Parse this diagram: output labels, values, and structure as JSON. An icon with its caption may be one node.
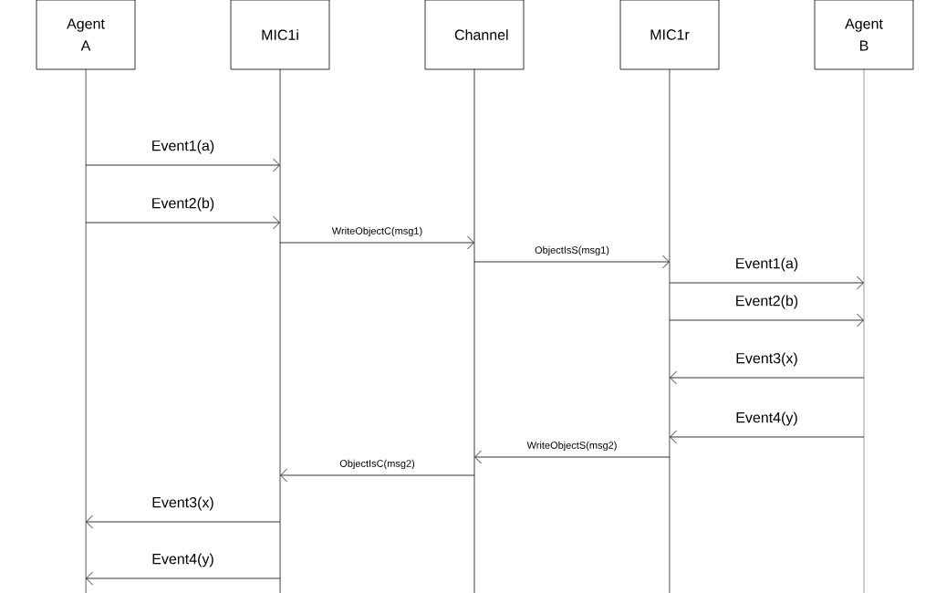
{
  "diagram": {
    "nodes": [
      {
        "text": [
          "Agent A"
        ]
      },
      {
        "text": [
          "MIC1i"
        ]
      },
      {
        "text": [
          "Channel"
        ]
      },
      {
        "text": [
          "MIC1r"
        ]
      },
      {
        "text": [
          "Agent B"
        ]
      }
    ],
    "edges": [
      {
        "from": 0,
        "to": 1,
        "arrow": "to",
        "label": "Event1(a)"
      },
      {
        "from": 0,
        "to": 1,
        "arrow": "to",
        "label": "Event2(b)"
      },
      {
        "from": 1,
        "to": 2,
        "arrow": "to",
        "label": "WriteObjectC(msg1)"
      },
      {
        "from": 2,
        "to": 3,
        "arrow": "to",
        "label": "ObjectIsS(msg1)"
      },
      {
        "from": 3,
        "to": 4,
        "arrow": "to",
        "label": "Event1(a)"
      },
      {
        "from": 3,
        "to": 4,
        "arrow": "to",
        "label": "Event2(b)"
      },
      {
        "from": 4,
        "to": 3,
        "arrow": "to",
        "label": "Event3(x)"
      },
      {
        "from": 4,
        "to": 3,
        "arrow": "to",
        "label": "Event4(y)"
      },
      {
        "from": 3,
        "to": 2,
        "arrow": "to",
        "label": "WriteObjectS(msg2)"
      },
      {
        "from": 2,
        "to": 1,
        "arrow": "to",
        "label": "ObjectIsC(msg2)"
      },
      {
        "from": 1,
        "to": 0,
        "arrow": "to",
        "label": "Event3(x)"
      },
      {
        "from": 1,
        "to": 0,
        "arrow": "to",
        "label": "Event4(y)"
      }
    ]
  }
}
